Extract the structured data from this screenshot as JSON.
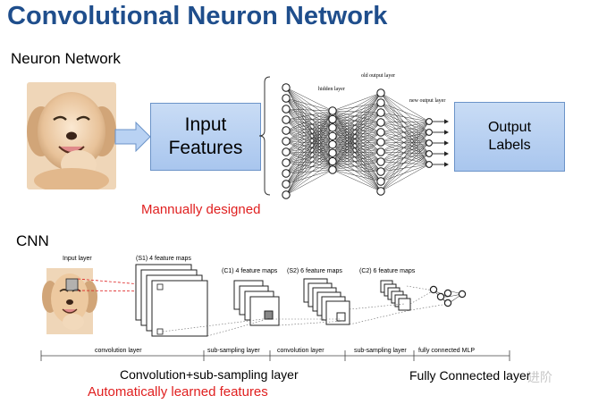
{
  "title": "Convolutional Neuron Network",
  "sections": {
    "nn_heading": "Neuron Network",
    "cnn_heading": "CNN"
  },
  "boxes": {
    "input_line1": "Input",
    "input_line2": "Features",
    "output_line1": "Output",
    "output_line2": "Labels"
  },
  "labels": {
    "manual": "Mannually designed",
    "conv_caption": "Convolution+sub-sampling layer",
    "auto": "Automatically learned features",
    "fc_caption": "Fully Connected layer",
    "watermark": "进阶"
  },
  "mlp_labels": {
    "hidden": "hidden layer",
    "old_output": "old output layer",
    "new_output": "new output layer"
  },
  "cnn_labels": {
    "input_layer": "Input layer",
    "s1": "(S1) 4 feature maps",
    "c1": "(C1) 4 feature maps",
    "s2": "(S2) 6 feature maps",
    "c2": "(C2) 6 feature maps",
    "bottom": [
      "convolution layer",
      "sub-sampling layer",
      "convolution layer",
      "sub-sampling layer",
      "fully connected MLP"
    ]
  },
  "colors": {
    "title": "#1f4e8c",
    "red_text": "#e02020",
    "box_fill": "#b8d0f1",
    "arrow_fill": "#b9d2f3"
  }
}
